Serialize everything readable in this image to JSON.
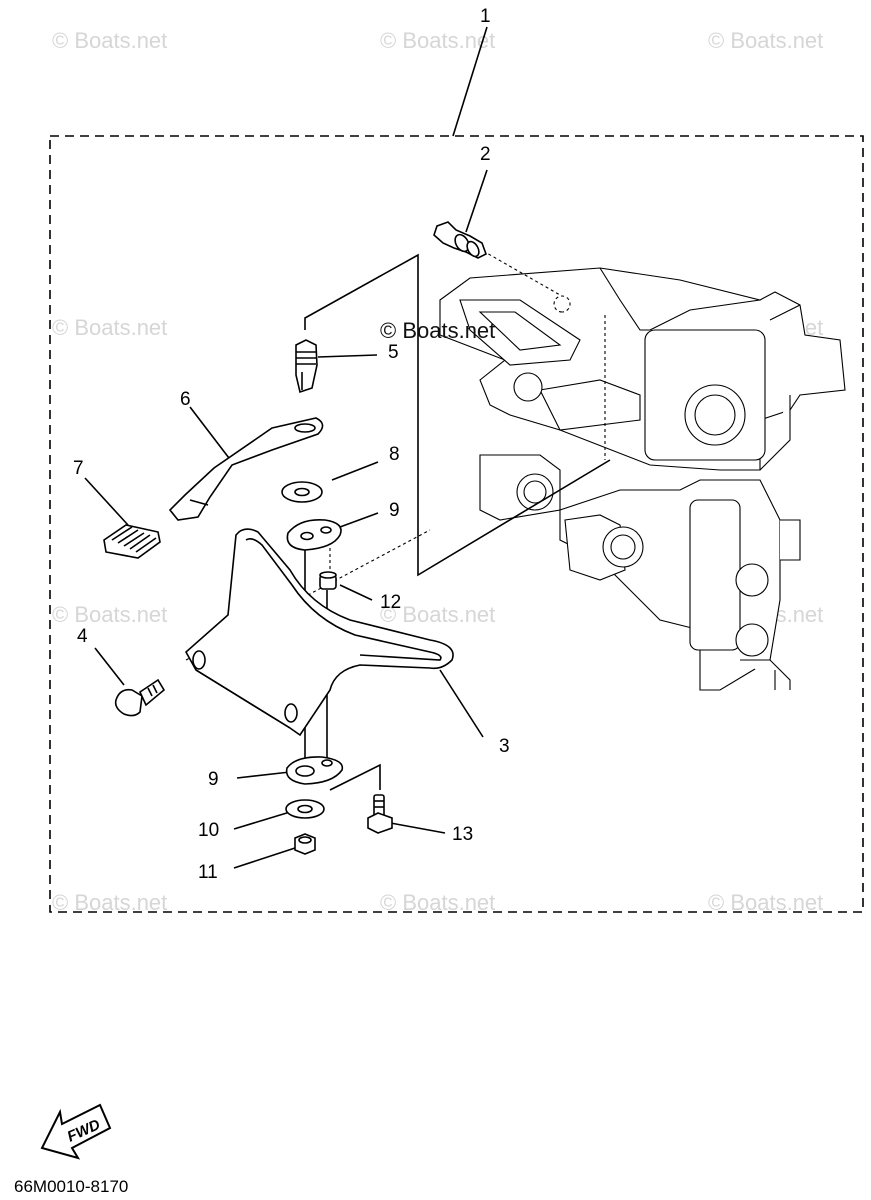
{
  "watermark": "© Boats.net",
  "center_watermark": "© Boats.net",
  "callouts": [
    {
      "id": "1",
      "label": "1"
    },
    {
      "id": "2",
      "label": "2"
    },
    {
      "id": "3",
      "label": "3"
    },
    {
      "id": "4",
      "label": "4"
    },
    {
      "id": "5",
      "label": "5"
    },
    {
      "id": "6",
      "label": "6"
    },
    {
      "id": "7",
      "label": "7"
    },
    {
      "id": "8",
      "label": "8"
    },
    {
      "id": "9a",
      "label": "9"
    },
    {
      "id": "9b",
      "label": "9"
    },
    {
      "id": "10",
      "label": "10"
    },
    {
      "id": "11",
      "label": "11"
    },
    {
      "id": "12",
      "label": "12"
    },
    {
      "id": "13",
      "label": "13"
    }
  ],
  "fwd_label": "FWD",
  "diagram_code": "66M0010-8170"
}
